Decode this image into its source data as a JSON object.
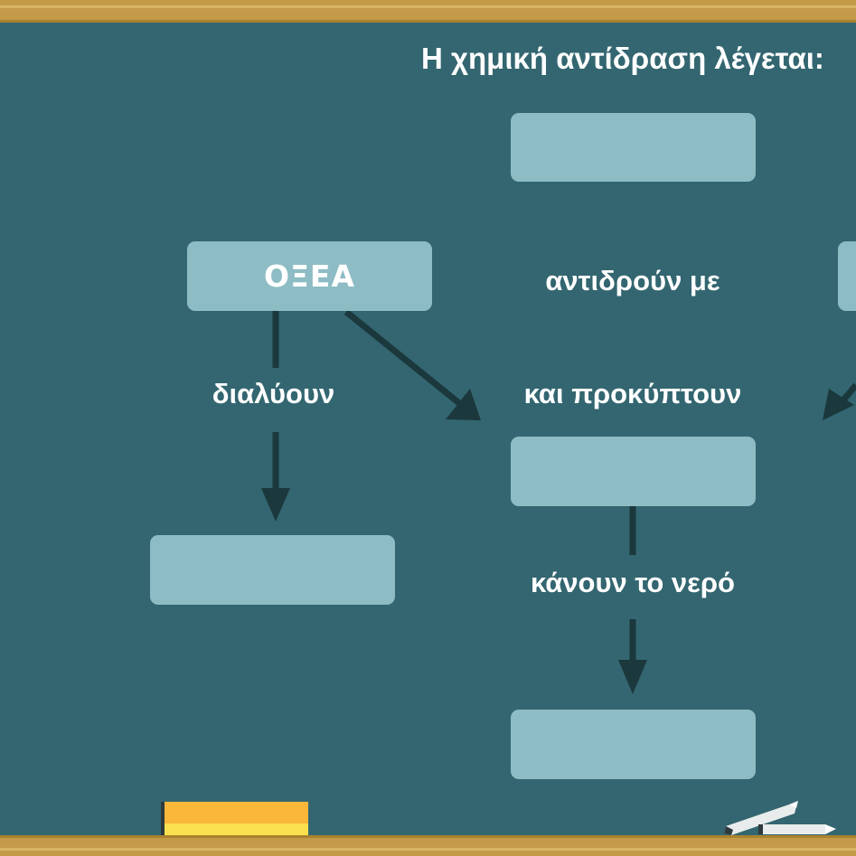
{
  "title": "Η χημική αντίδραση λέγεται:",
  "boxes": {
    "top_center": "",
    "left": "ΟΞΕΑ",
    "right": "",
    "middle_center": "",
    "bottom_left": "",
    "bottom_center": ""
  },
  "labels": {
    "react_with": "αντιδρούν με",
    "dissolve": "διαλύουν",
    "and_produce": "και προκύπτουν",
    "make_water": "κάνουν το νερό"
  },
  "colors": {
    "board": "#336670",
    "box": "#8dbcc4",
    "frame": "#c39b48",
    "arrow": "#1b383d",
    "text": "#ffffff"
  }
}
